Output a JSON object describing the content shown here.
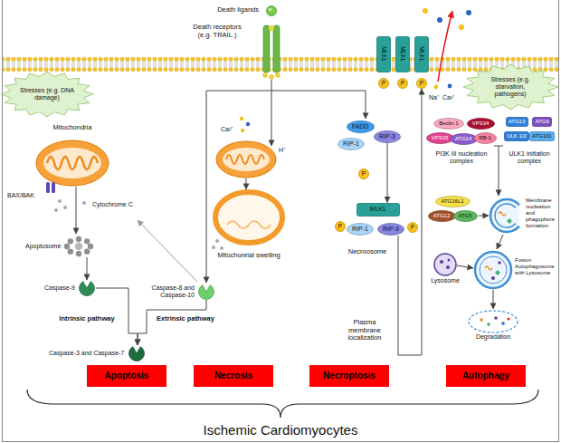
{
  "diagram": {
    "nodes": [
      {
        "text": [
          "Stresses (e.g. DNA damage)"
        ]
      },
      {
        "text": [
          "Apoptosome"
        ]
      },
      {
        "text": [
          "Caspase-9"
        ]
      },
      {
        "text": [
          "Caspase-8 and Caspase-10"
        ]
      },
      {
        "text": [
          "Caspase-3 and Caspase-7"
        ]
      },
      {
        "text": [
          "MLKL"
        ]
      },
      {
        "text": [
          "MLKL"
        ]
      },
      {
        "text": [
          "MLKL"
        ]
      },
      {
        "text": [
          "P"
        ]
      },
      {
        "text": [
          "P"
        ]
      },
      {
        "text": [
          "P"
        ]
      },
      {
        "text": [
          "FADD"
        ]
      },
      {
        "text": [
          "RIP-1"
        ]
      },
      {
        "text": [
          "RIP-3"
        ]
      },
      {
        "text": [
          "P"
        ]
      },
      {
        "text": [
          "MLKL"
        ]
      },
      {
        "text": [
          "P"
        ]
      },
      {
        "text": [
          "RIP-1"
        ]
      },
      {
        "text": [
          "RIP-3"
        ]
      },
      {
        "text": [
          "P"
        ]
      },
      {
        "text": [
          "Stresses (e.g. starvation, pathogens)"
        ]
      },
      {
        "text": [
          "Beclin 1"
        ]
      },
      {
        "text": [
          "VPS34"
        ]
      },
      {
        "text": [
          "VPS15"
        ]
      },
      {
        "text": [
          "ATG14"
        ]
      },
      {
        "text": [
          "RB-1"
        ]
      },
      {
        "text": [
          "ATG13"
        ]
      },
      {
        "text": [
          "ATG9"
        ]
      },
      {
        "text": [
          "ULK 1/2"
        ]
      },
      {
        "text": [
          "ATG101"
        ]
      },
      {
        "text": [
          "ATG16L1"
        ]
      },
      {
        "text": [
          "ATG12"
        ]
      },
      {
        "text": [
          "ATG5"
        ]
      },
      {
        "text": [
          "Apoptosis"
        ]
      },
      {
        "text": [
          "Necrosis"
        ]
      },
      {
        "text": [
          "Necroptosis"
        ]
      },
      {
        "text": [
          "Autophagy"
        ]
      }
    ],
    "edges": [
      {
        "from": 1,
        "to": 2,
        "arrow": "to"
      },
      {
        "from": 2,
        "to": 4,
        "arrow": "to"
      },
      {
        "from": 3,
        "to": 4,
        "arrow": "to"
      },
      {
        "from": 13,
        "to": 15,
        "arrow": "to"
      },
      {
        "from": 18,
        "to": 10,
        "arrow": "to"
      }
    ],
    "labels": [
      "Death ligands",
      "Death receptors (e.g. TRAIL.)",
      "Mitochondria",
      "BAX/BAK",
      "Cytochrome C",
      "Intrinsic pathway",
      "Extrinsic pathway",
      "Ca²⁺",
      "H⁺",
      "Mitochonrial swelling",
      "Necroosome",
      "Plasma membrane localization",
      "Na⁺",
      "Ca²⁺",
      "PI3K III nucleation complex",
      "ULK1 initiation complex",
      "Membrane nucleation and phagophore formation",
      "Lysosome",
      "Fusion Autophagosome with Lysosome",
      "Degradation",
      "Ischemic Cardiomyocytes"
    ]
  }
}
